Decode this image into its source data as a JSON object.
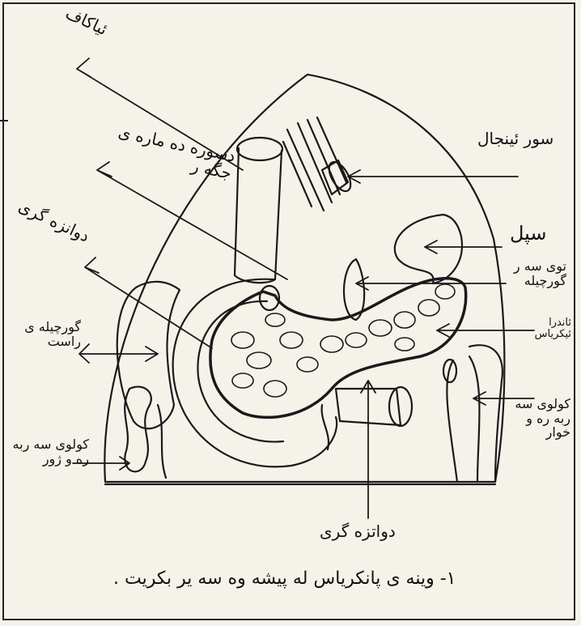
{
  "labels": {
    "diaphragm": "ئیاکاف",
    "duodenum_mouth": "دسوره ده ماره ی جگه ر",
    "duodenum": "دوانزه گری",
    "left_kidney": "گورچیله ی راست",
    "large_intestine_right": "کولوی سه ربه ره و ژور",
    "adrenal": "سور ئینجال",
    "spleen": "سپل",
    "kidney_top": "توی سه ر گورچیله",
    "pancreas_islets": "ئاندرا ئیکریاس",
    "colon_left": "کولوی سه ربه ره و خوار",
    "jejunum": "دواتزه گری"
  },
  "caption": "۱- وینه ی پانکریاس له پیشه وه سه یر بکریت ."
}
